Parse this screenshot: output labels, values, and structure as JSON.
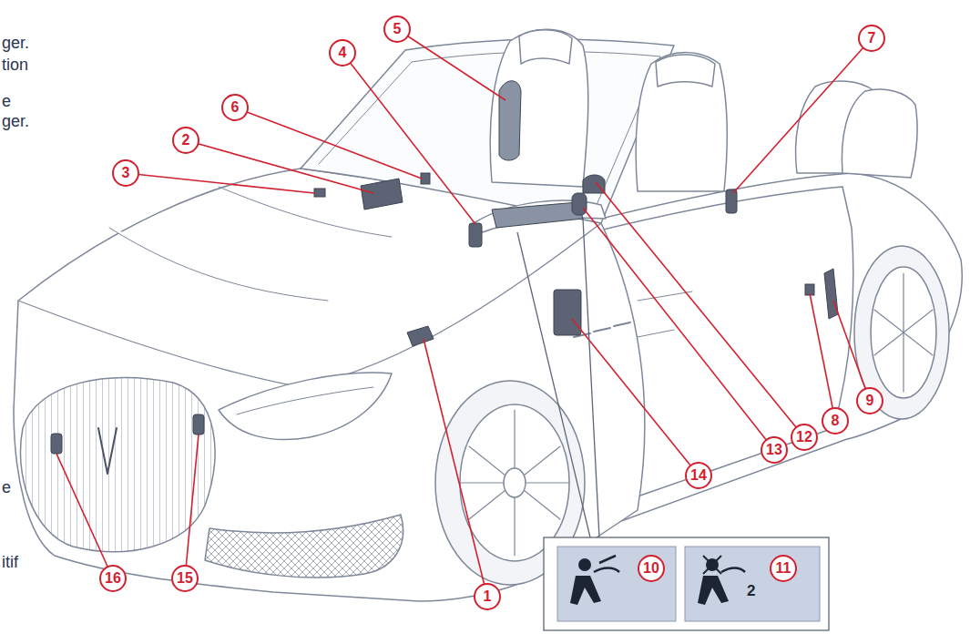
{
  "diagram": {
    "labels": [
      "ger.",
      "tion",
      "e",
      "ger.",
      "e",
      "itif",
      "1",
      "2",
      "3",
      "4",
      "5",
      "6",
      "7",
      "8",
      "9",
      "10",
      "11",
      "12",
      "13",
      "14",
      "15",
      "16",
      "2"
    ]
  }
}
